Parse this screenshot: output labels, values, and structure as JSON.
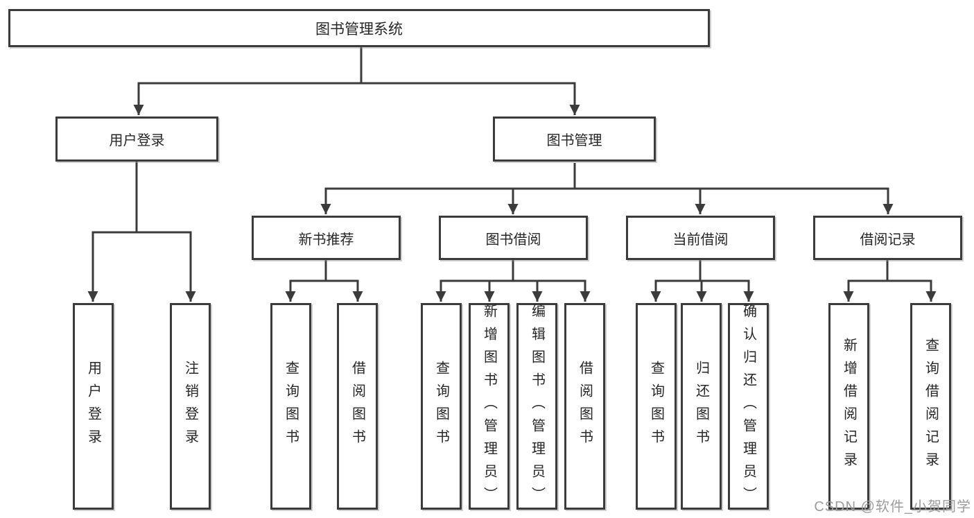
{
  "tree": {
    "root": "图书管理系统",
    "branches": [
      {
        "label": "用户登录",
        "children": [
          "用户登录",
          "注销登录"
        ]
      },
      {
        "label": "图书管理",
        "sections": [
          {
            "label": "新书推荐",
            "children": [
              "查询图书",
              "借阅图书"
            ]
          },
          {
            "label": "图书借阅",
            "children": [
              "查询图书",
              "新增图书（管理员）",
              "编辑图书（管理员）",
              "借阅图书"
            ]
          },
          {
            "label": "当前借阅",
            "children": [
              "查询图书",
              "归还图书",
              "确认归还（管理员）"
            ]
          },
          {
            "label": "借阅记录",
            "children": [
              "新增借阅记录",
              "查询借阅记录"
            ]
          }
        ]
      }
    ]
  },
  "watermark": {
    "text": "CSDN @软件_小贺同学",
    "color": "#9c9c9c"
  },
  "colors": {
    "line": "#3b3b3b",
    "box_border": "#3b3b3b",
    "box_fill": "#ffffff",
    "text": "#262626",
    "background": "#ffffff"
  }
}
